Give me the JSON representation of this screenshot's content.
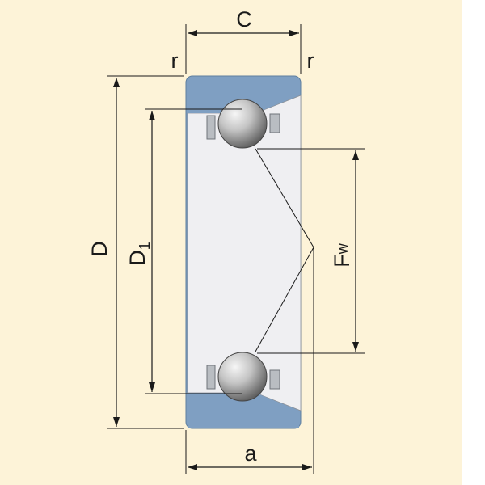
{
  "labels": {
    "width": "C",
    "radius_left": "r",
    "radius_right": "r",
    "outer_diameter": "D",
    "inner_diameter_main": "D",
    "inner_diameter_sub": "1",
    "raceway_main": "F",
    "raceway_sub": "w",
    "load_center": "a"
  },
  "colors": {
    "background": "#fdf3d8",
    "ring": "#7f9fc2",
    "ring_edge": "#5f7f9f",
    "bore": "#efeff2",
    "cage": "#b9bdc2",
    "ball_light": "#f4f4f4",
    "ball_dark": "#5a5a5a",
    "line": "#1a1a1a"
  }
}
